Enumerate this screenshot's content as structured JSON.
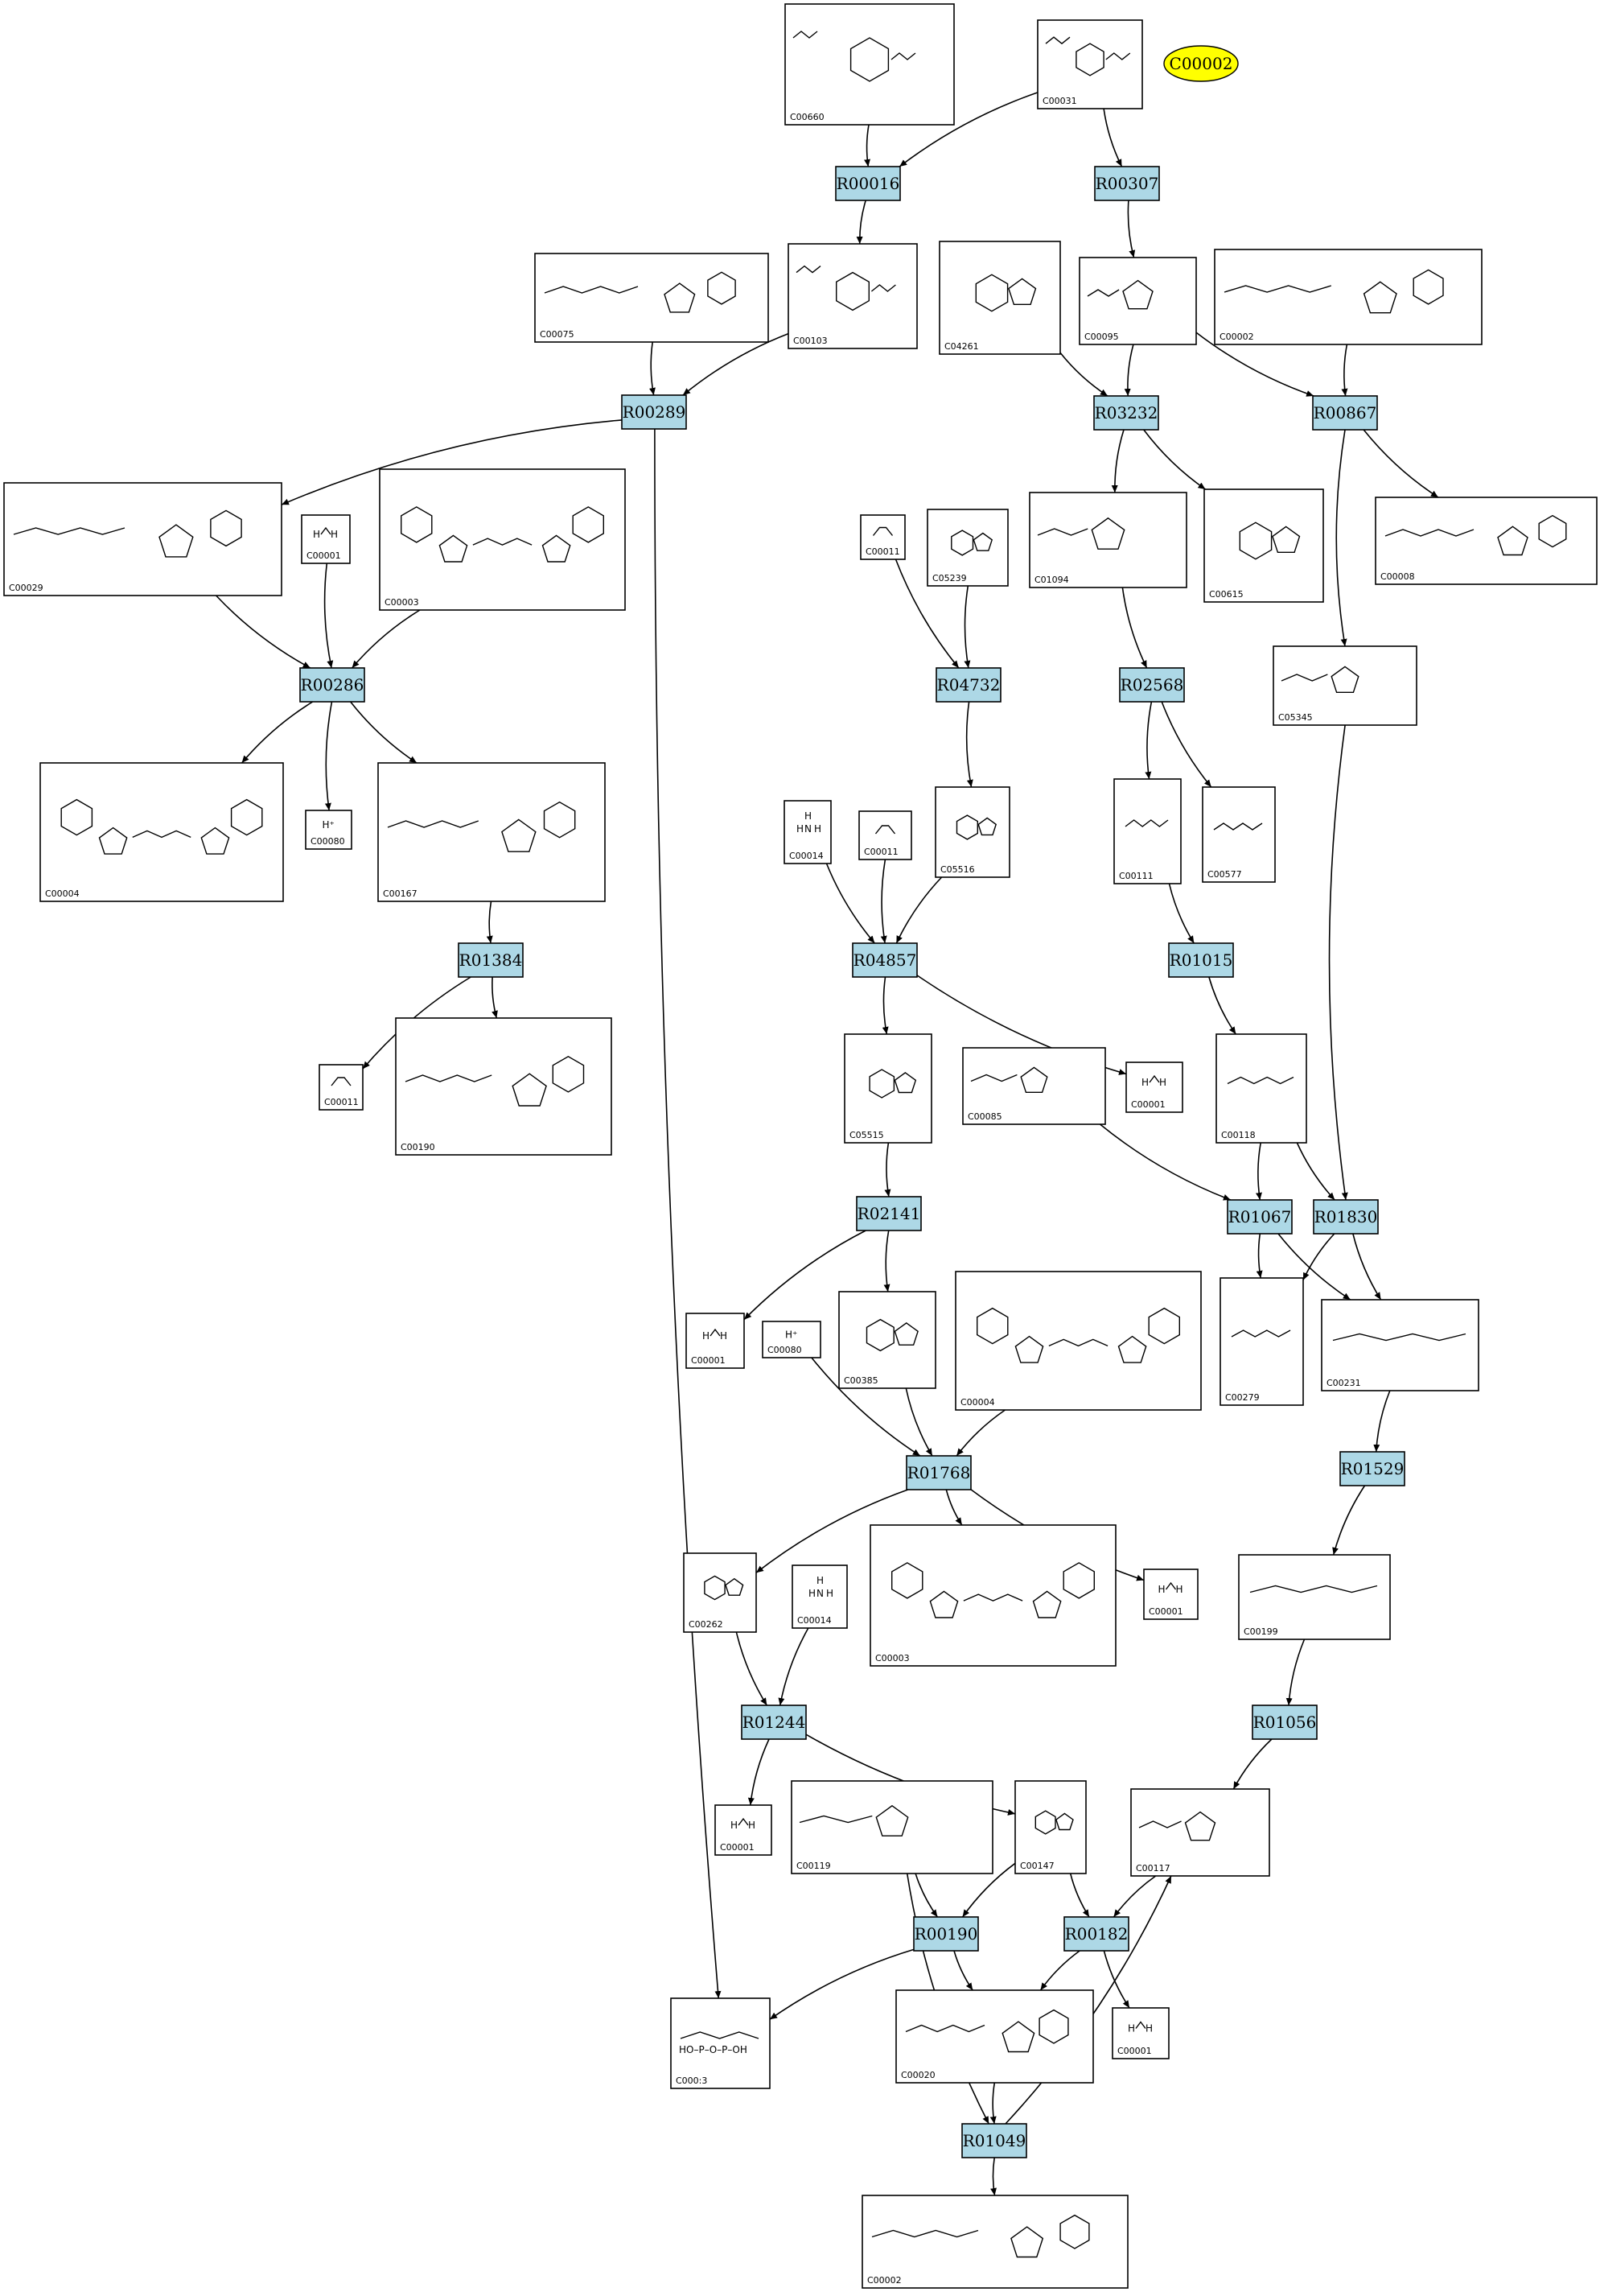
{
  "highlight": {
    "id": "C00002",
    "color": "#ffff00"
  },
  "reaction_color": "#add8e6",
  "compounds": [
    {
      "id": "C00660",
      "label": "C00660",
      "glyph": "sugar"
    },
    {
      "id": "C00031",
      "label": "C00031",
      "glyph": "sugar"
    },
    {
      "id": "C00075",
      "label": "C00075",
      "glyph": "nucleotide"
    },
    {
      "id": "C00103",
      "label": "C00103",
      "glyph": "sugar"
    },
    {
      "id": "C04261",
      "label": "C04261",
      "glyph": "ring"
    },
    {
      "id": "C00095",
      "label": "C00095",
      "glyph": "furanose"
    },
    {
      "id": "C00002a",
      "label": "C00002",
      "glyph": "nucleotide"
    },
    {
      "id": "C00029",
      "label": "C00029",
      "glyph": "nucleotide"
    },
    {
      "id": "C00001a",
      "label": "C00001",
      "glyph": "water"
    },
    {
      "id": "C00003a",
      "label": "C00003",
      "glyph": "nad"
    },
    {
      "id": "C00011a",
      "label": "C00011",
      "glyph": "co2"
    },
    {
      "id": "C05239",
      "label": "C05239",
      "glyph": "ring"
    },
    {
      "id": "C01094",
      "label": "C01094",
      "glyph": "furanose"
    },
    {
      "id": "C00615",
      "label": "C00615",
      "glyph": "ring"
    },
    {
      "id": "C00008",
      "label": "C00008",
      "glyph": "nucleotide"
    },
    {
      "id": "C05345",
      "label": "C05345",
      "glyph": "furanose"
    },
    {
      "id": "C00004a",
      "label": "C00004",
      "glyph": "nad"
    },
    {
      "id": "C00080a",
      "label": "C00080",
      "glyph": "proton"
    },
    {
      "id": "C00167",
      "label": "C00167",
      "glyph": "nucleotide"
    },
    {
      "id": "C00014a",
      "label": "C00014",
      "glyph": "ammonia"
    },
    {
      "id": "C00011b",
      "label": "C00011",
      "glyph": "co2"
    },
    {
      "id": "C05516",
      "label": "C05516",
      "glyph": "ring"
    },
    {
      "id": "C00111",
      "label": "C00111",
      "glyph": "chain"
    },
    {
      "id": "C00577",
      "label": "C00577",
      "glyph": "chain"
    },
    {
      "id": "C00011c",
      "label": "C00011",
      "glyph": "co2"
    },
    {
      "id": "C00190",
      "label": "C00190",
      "glyph": "nucleotide"
    },
    {
      "id": "C05515",
      "label": "C05515",
      "glyph": "ring"
    },
    {
      "id": "C00085",
      "label": "C00085",
      "glyph": "furanose"
    },
    {
      "id": "C00001b",
      "label": "C00001",
      "glyph": "water"
    },
    {
      "id": "C00118",
      "label": "C00118",
      "glyph": "chain"
    },
    {
      "id": "C00001c",
      "label": "C00001",
      "glyph": "water"
    },
    {
      "id": "C00080b",
      "label": "C00080",
      "glyph": "proton"
    },
    {
      "id": "C00385",
      "label": "C00385",
      "glyph": "ring"
    },
    {
      "id": "C00004b",
      "label": "C00004",
      "glyph": "nad"
    },
    {
      "id": "C00279",
      "label": "C00279",
      "glyph": "chain"
    },
    {
      "id": "C00231",
      "label": "C00231",
      "glyph": "chain"
    },
    {
      "id": "C00262",
      "label": "C00262",
      "glyph": "ring"
    },
    {
      "id": "C00014b",
      "label": "C00014",
      "glyph": "ammonia"
    },
    {
      "id": "C00003b",
      "label": "C00003",
      "glyph": "nad"
    },
    {
      "id": "C00001d",
      "label": "C00001",
      "glyph": "water"
    },
    {
      "id": "C00199",
      "label": "C00199",
      "glyph": "chain"
    },
    {
      "id": "C00001e",
      "label": "C00001",
      "glyph": "water"
    },
    {
      "id": "C00119",
      "label": "C00119",
      "glyph": "furanose"
    },
    {
      "id": "C00147",
      "label": "C00147",
      "glyph": "ring"
    },
    {
      "id": "C00117",
      "label": "C00117",
      "glyph": "furanose"
    },
    {
      "id": "C00013",
      "label": "C000:3",
      "glyph": "pyrophosphate"
    },
    {
      "id": "C00020",
      "label": "C00020",
      "glyph": "nucleotide"
    },
    {
      "id": "C00001f",
      "label": "C00001",
      "glyph": "water"
    },
    {
      "id": "C00002b",
      "label": "C00002",
      "glyph": "nucleotide"
    }
  ],
  "reactions": [
    {
      "id": "R00016",
      "label": "R00016"
    },
    {
      "id": "R00307",
      "label": "R00307"
    },
    {
      "id": "R00289",
      "label": "R00289"
    },
    {
      "id": "R03232",
      "label": "R03232"
    },
    {
      "id": "R00867",
      "label": "R00867"
    },
    {
      "id": "R00286",
      "label": "R00286"
    },
    {
      "id": "R04732",
      "label": "R04732"
    },
    {
      "id": "R02568",
      "label": "R02568"
    },
    {
      "id": "R01384",
      "label": "R01384"
    },
    {
      "id": "R04857",
      "label": "R04857"
    },
    {
      "id": "R01015",
      "label": "R01015"
    },
    {
      "id": "R02141",
      "label": "R02141"
    },
    {
      "id": "R01067",
      "label": "R01067"
    },
    {
      "id": "R01830",
      "label": "R01830"
    },
    {
      "id": "R01768",
      "label": "R01768"
    },
    {
      "id": "R01529",
      "label": "R01529"
    },
    {
      "id": "R01244",
      "label": "R01244"
    },
    {
      "id": "R01056",
      "label": "R01056"
    },
    {
      "id": "R00190",
      "label": "R00190"
    },
    {
      "id": "R00182",
      "label": "R00182"
    },
    {
      "id": "R01049",
      "label": "R01049"
    }
  ],
  "edges": [
    {
      "from": "C00660",
      "to": "R00016"
    },
    {
      "from": "C00031",
      "to": "R00016"
    },
    {
      "from": "C00031",
      "to": "R00307"
    },
    {
      "from": "R00016",
      "to": "C00103"
    },
    {
      "from": "R00307",
      "to": "C00095"
    },
    {
      "from": "C00075",
      "to": "R00289"
    },
    {
      "from": "C00103",
      "to": "R00289"
    },
    {
      "from": "C04261",
      "to": "R03232"
    },
    {
      "from": "C00095",
      "to": "R03232"
    },
    {
      "from": "C00095",
      "to": "R00867"
    },
    {
      "from": "C00002a",
      "to": "R00867"
    },
    {
      "from": "R00289",
      "to": "C00029"
    },
    {
      "from": "R00289",
      "to": "C00013"
    },
    {
      "from": "R03232",
      "to": "C01094"
    },
    {
      "from": "R03232",
      "to": "C00615"
    },
    {
      "from": "R00867",
      "to": "C00008"
    },
    {
      "from": "R00867",
      "to": "C05345"
    },
    {
      "from": "C00029",
      "to": "R00286"
    },
    {
      "from": "C00001a",
      "to": "R00286"
    },
    {
      "from": "C00003a",
      "to": "R00286"
    },
    {
      "from": "R00286",
      "to": "C00004a"
    },
    {
      "from": "R00286",
      "to": "C00080a"
    },
    {
      "from": "R00286",
      "to": "C00167"
    },
    {
      "from": "C00011a",
      "to": "R04732"
    },
    {
      "from": "C05239",
      "to": "R04732"
    },
    {
      "from": "R04732",
      "to": "C05516"
    },
    {
      "from": "C01094",
      "to": "R02568"
    },
    {
      "from": "R02568",
      "to": "C00111"
    },
    {
      "from": "R02568",
      "to": "C00577"
    },
    {
      "from": "C00167",
      "to": "R01384"
    },
    {
      "from": "R01384",
      "to": "C00011c"
    },
    {
      "from": "R01384",
      "to": "C00190"
    },
    {
      "from": "C00014a",
      "to": "R04857"
    },
    {
      "from": "C00011b",
      "to": "R04857"
    },
    {
      "from": "C05516",
      "to": "R04857"
    },
    {
      "from": "R04857",
      "to": "C05515"
    },
    {
      "from": "R04857",
      "to": "C00001b"
    },
    {
      "from": "C00111",
      "to": "R01015"
    },
    {
      "from": "R01015",
      "to": "C00118"
    },
    {
      "from": "C05515",
      "to": "R02141"
    },
    {
      "from": "C00085",
      "to": "R01067"
    },
    {
      "from": "C00118",
      "to": "R01067"
    },
    {
      "from": "C00118",
      "to": "R01830"
    },
    {
      "from": "C05345",
      "to": "R01830"
    },
    {
      "from": "R02141",
      "to": "C00001c"
    },
    {
      "from": "R02141",
      "to": "C00385"
    },
    {
      "from": "R01067",
      "to": "C00279"
    },
    {
      "from": "R01067",
      "to": "C00231"
    },
    {
      "from": "R01830",
      "to": "C00279"
    },
    {
      "from": "R01830",
      "to": "C00231"
    },
    {
      "from": "C00080b",
      "to": "R01768"
    },
    {
      "from": "C00385",
      "to": "R01768"
    },
    {
      "from": "C00004b",
      "to": "R01768"
    },
    {
      "from": "C00231",
      "to": "R01529"
    },
    {
      "from": "R01768",
      "to": "C00262"
    },
    {
      "from": "R01768",
      "to": "C00003b"
    },
    {
      "from": "R01768",
      "to": "C00001d"
    },
    {
      "from": "R01529",
      "to": "C00199"
    },
    {
      "from": "C00262",
      "to": "R01244"
    },
    {
      "from": "C00014b",
      "to": "R01244"
    },
    {
      "from": "C00199",
      "to": "R01056"
    },
    {
      "from": "R01244",
      "to": "C00001e"
    },
    {
      "from": "R01244",
      "to": "C00147"
    },
    {
      "from": "R01056",
      "to": "C00117"
    },
    {
      "from": "C00119",
      "to": "R00190"
    },
    {
      "from": "C00147",
      "to": "R00190"
    },
    {
      "from": "C00147",
      "to": "R00182"
    },
    {
      "from": "C00117",
      "to": "R00182"
    },
    {
      "from": "C00119",
      "to": "R01049"
    },
    {
      "from": "R00190",
      "to": "C00013"
    },
    {
      "from": "R00190",
      "to": "C00020"
    },
    {
      "from": "R00182",
      "to": "C00020"
    },
    {
      "from": "R00182",
      "to": "C00001f"
    },
    {
      "from": "C00020",
      "to": "R01049"
    },
    {
      "from": "R01049",
      "to": "C00117"
    },
    {
      "from": "R01049",
      "to": "C00002b"
    }
  ]
}
